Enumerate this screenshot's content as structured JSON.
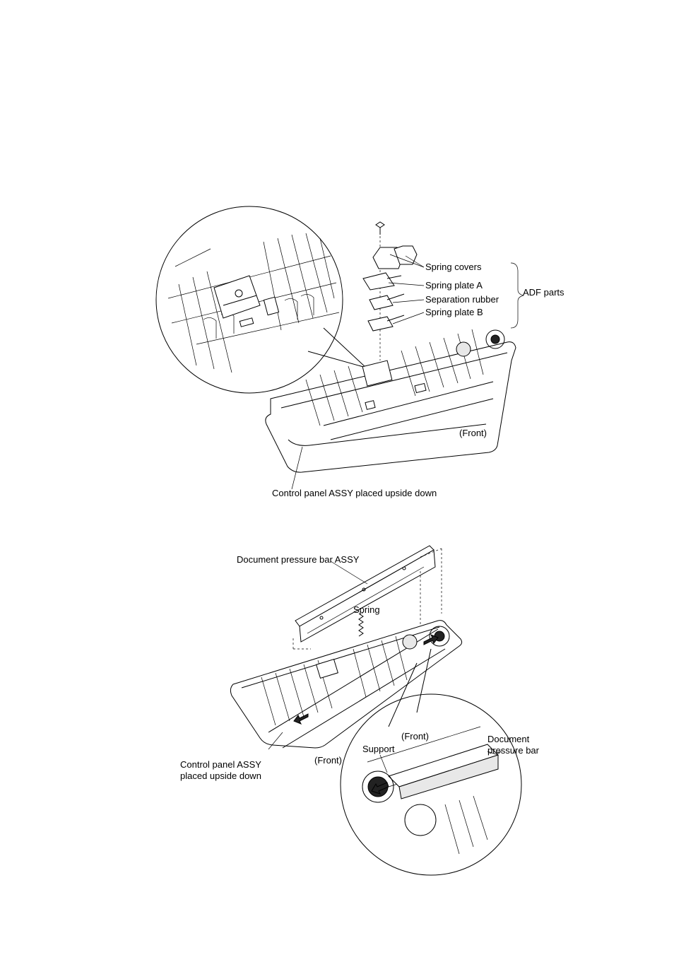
{
  "figure1": {
    "callouts": {
      "spring_covers": "Spring covers",
      "spring_plate_a": "Spring plate A",
      "separation_rubber": "Separation rubber",
      "spring_plate_b": "Spring plate B",
      "adf_parts": "ADF parts",
      "front": "(Front)",
      "control_panel": "Control panel ASSY placed upside down"
    }
  },
  "figure2": {
    "callouts": {
      "document_pressure_bar_assy": "Document pressure bar ASSY",
      "spring": "Spring",
      "front_detail": "(Front)",
      "document_pressure_bar_line1": "Document",
      "document_pressure_bar_line2": "pressure bar",
      "support": "Support",
      "front_main": "(Front)",
      "control_panel_line1": "Control panel ASSY",
      "control_panel_line2": "placed upside down"
    }
  }
}
